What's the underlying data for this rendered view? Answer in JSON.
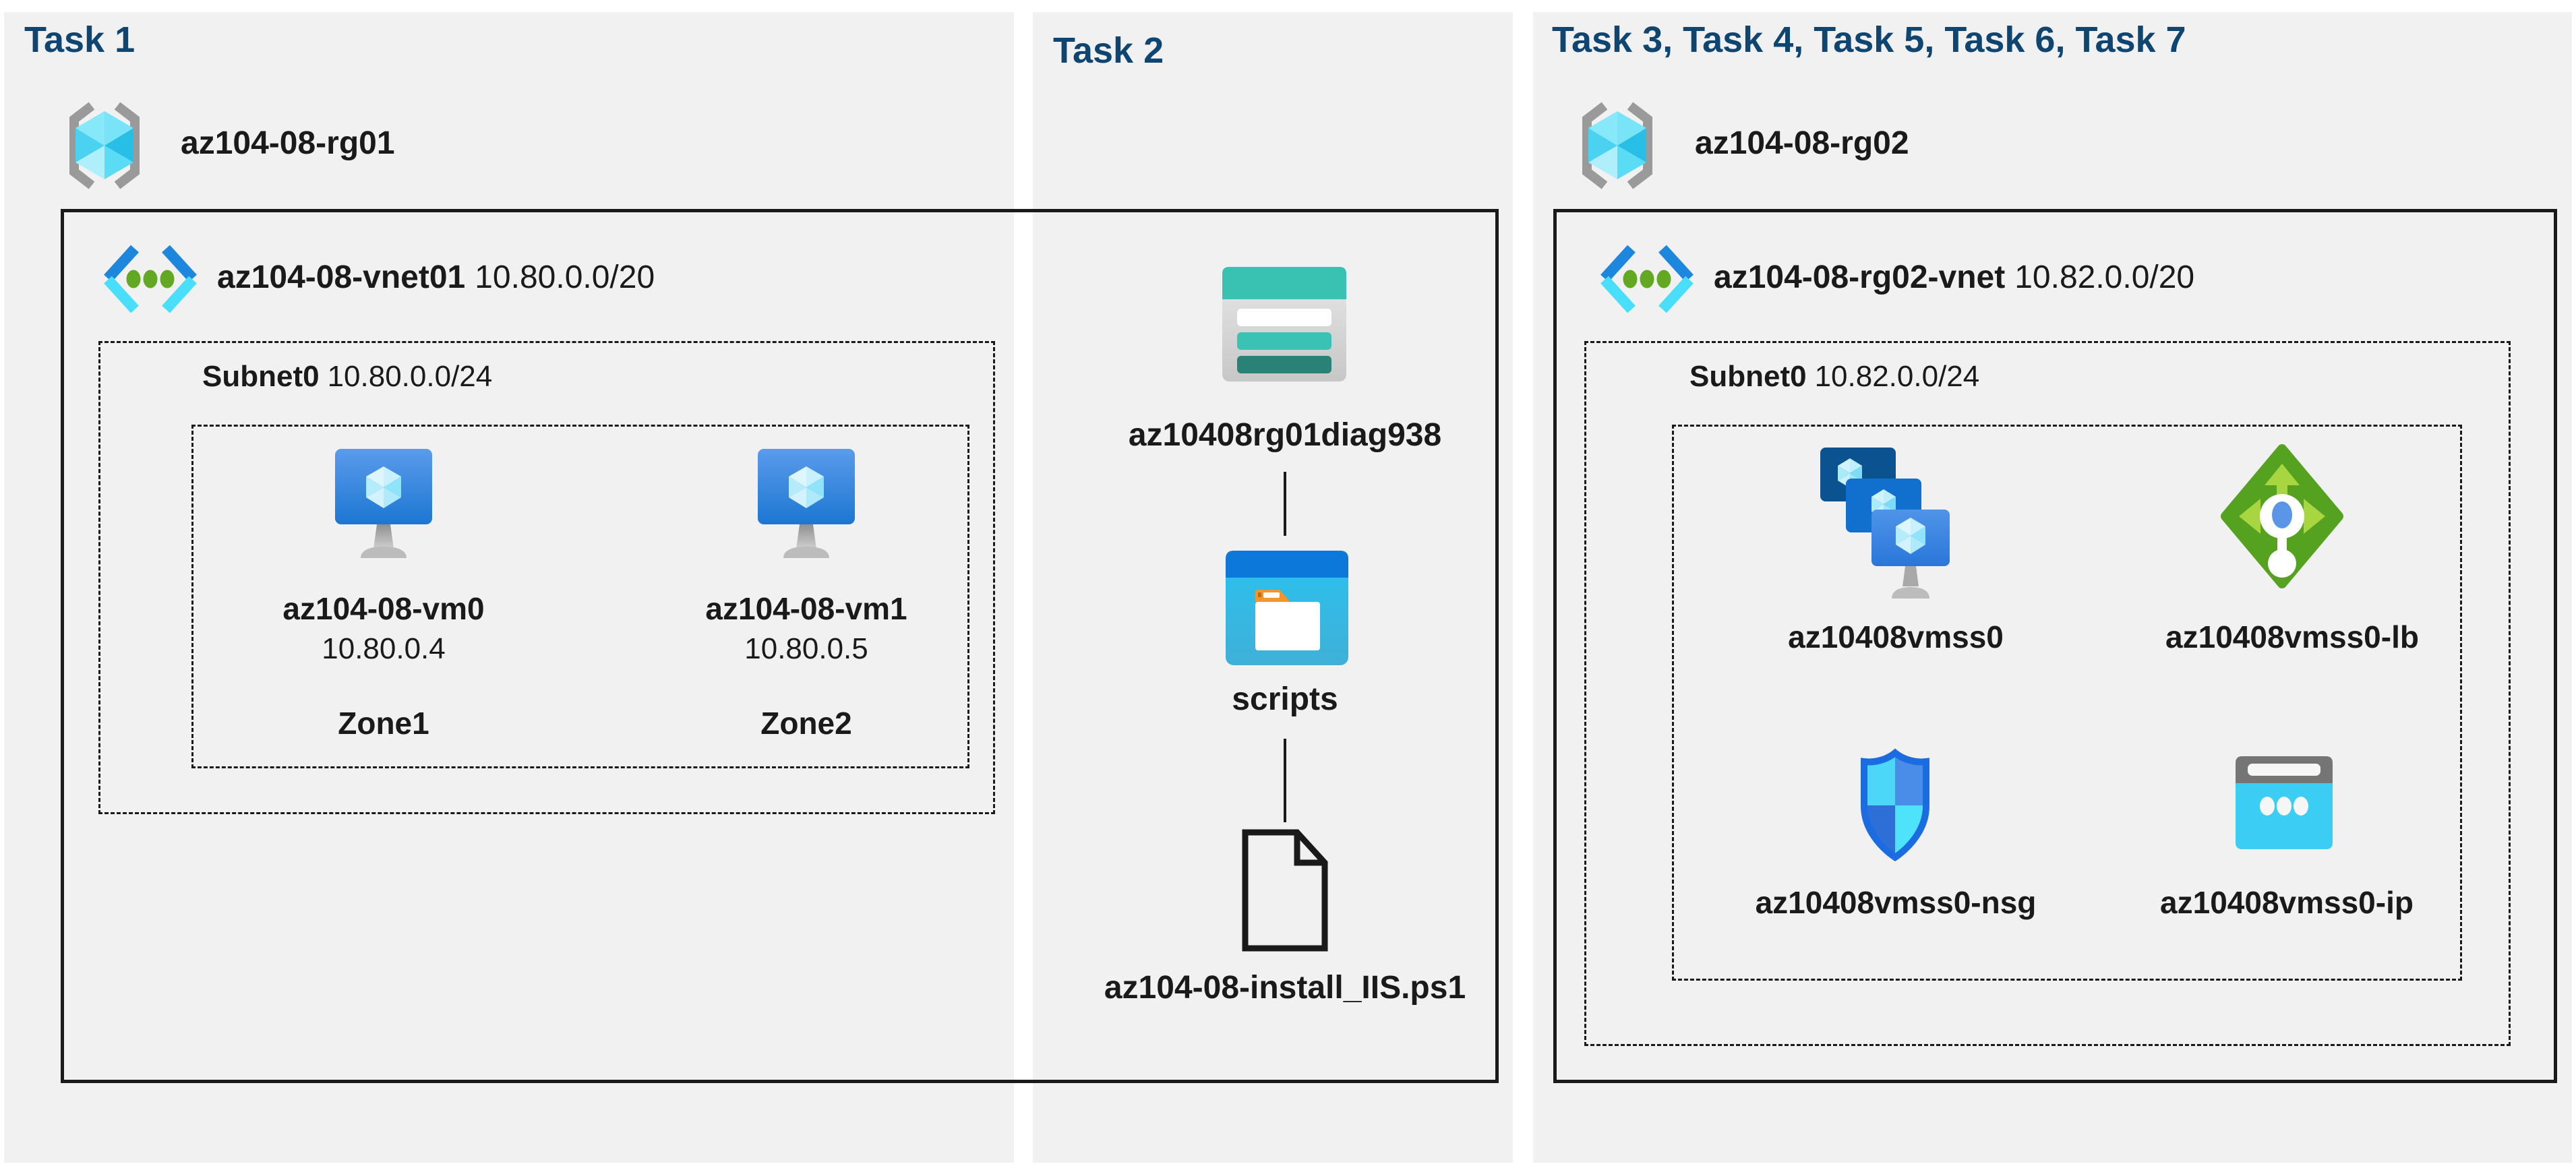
{
  "colors": {
    "title": "#0f4571",
    "panel_bg": "#f1f1f1",
    "ink": "#1a1a1a",
    "azure_blue": "#1d86dd",
    "cyan": "#49dffb",
    "teal": "#39c2b2",
    "green": "#55a120"
  },
  "panel1": {
    "title": "Task 1",
    "resource_group": "az104-08-rg01",
    "vnet_name": "az104-08-vnet01",
    "vnet_cidr": "10.80.0.0/20",
    "subnet_name": "Subnet0",
    "subnet_cidr": "10.80.0.0/24",
    "vms": [
      {
        "name": "az104-08-vm0",
        "ip": "10.80.0.4",
        "zone": "Zone1"
      },
      {
        "name": "az104-08-vm1",
        "ip": "10.80.0.5",
        "zone": "Zone2"
      }
    ]
  },
  "panel2": {
    "title": "Task 2",
    "storage_account": "az10408rg01diag938",
    "container": "scripts",
    "script_file": "az104-08-install_IIS.ps1"
  },
  "panel3": {
    "title": "Task 3, Task 4, Task 5, Task 6, Task 7",
    "resource_group": "az104-08-rg02",
    "vnet_name": "az104-08-rg02-vnet",
    "vnet_cidr": "10.82.0.0/20",
    "subnet_name": "Subnet0",
    "subnet_cidr": "10.82.0.0/24",
    "resources": [
      {
        "name": "az10408vmss0"
      },
      {
        "name": "az10408vmss0-lb"
      },
      {
        "name": "az10408vmss0-nsg"
      },
      {
        "name": "az10408vmss0-ip"
      }
    ]
  }
}
